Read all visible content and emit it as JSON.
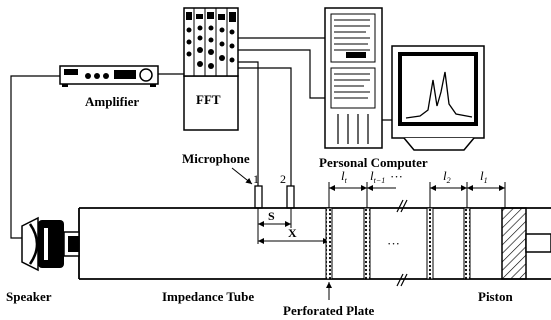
{
  "labels": {
    "amplifier": "Amplifier",
    "fft": "FFT",
    "personal_computer": "Personal Computer",
    "microphone": "Microphone",
    "mic1": "1",
    "mic2": "2",
    "speaker": "Speaker",
    "impedance_tube": "Impedance Tube",
    "perforated_plate": "Perforated Plate",
    "piston": "Piston",
    "s": "S",
    "x": "X",
    "ellipsis_top": "···",
    "ellipsis_tube": "···"
  },
  "dimensions": {
    "l_t": {
      "base": "l",
      "sub": "t"
    },
    "l_t1": {
      "base": "l",
      "sub": "t−1"
    },
    "l_2": {
      "base": "l",
      "sub": "2"
    },
    "l_1": {
      "base": "l",
      "sub": "1"
    }
  },
  "colors": {
    "line": "#000000",
    "background": "#ffffff"
  }
}
